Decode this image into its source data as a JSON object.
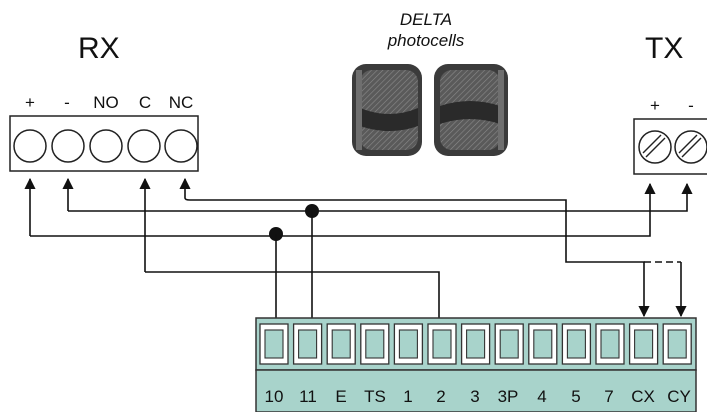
{
  "rx": {
    "title": "RX",
    "pins": [
      "+",
      "-",
      "NO",
      "C",
      "NC"
    ]
  },
  "tx": {
    "title": "TX",
    "pins": [
      "+",
      "-"
    ]
  },
  "photocells": {
    "line1": "DELTA",
    "line2": "photocells"
  },
  "terminal_block": {
    "labels": [
      "10",
      "11",
      "E",
      "TS",
      "1",
      "2",
      "3",
      "3P",
      "4",
      "5",
      "7",
      "CX",
      "CY"
    ]
  },
  "colors": {
    "block_fill": "#a8d3cb",
    "block_stroke": "#333333",
    "wire": "#111111"
  }
}
